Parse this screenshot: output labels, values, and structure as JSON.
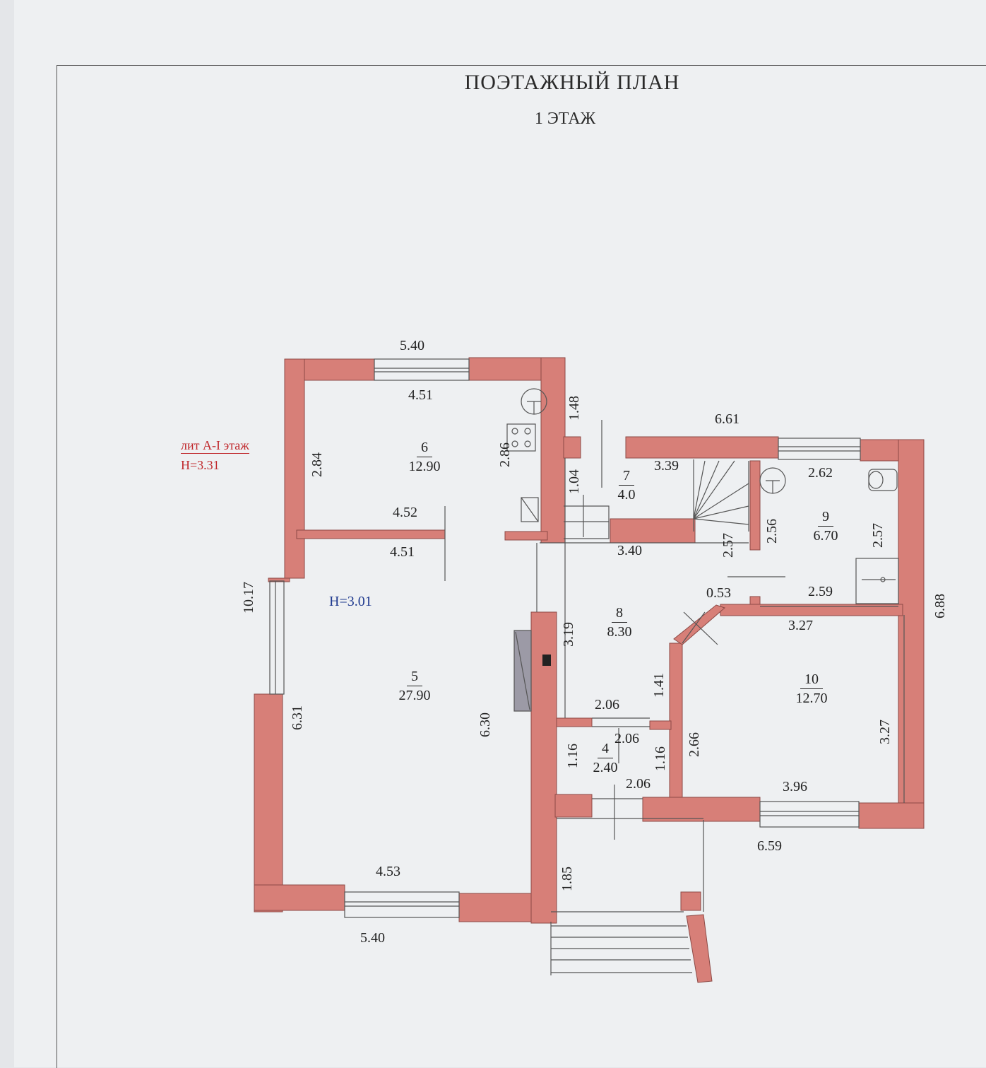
{
  "header": {
    "title": "ПОЭТАЖНЫЙ ПЛАН",
    "subtitle": "1 ЭТАЖ"
  },
  "annotations": {
    "lit_label": "лит А-I этаж",
    "lit_height": "H=3.31",
    "room5_height": "H=3.01"
  },
  "rooms": [
    {
      "number": "6",
      "area": "12.90"
    },
    {
      "number": "7",
      "area": "4.0"
    },
    {
      "number": "9",
      "area": "6.70"
    },
    {
      "number": "5",
      "area": "27.90"
    },
    {
      "number": "8",
      "area": "8.30"
    },
    {
      "number": "10",
      "area": "12.70"
    },
    {
      "number": "4",
      "area": "2.40"
    }
  ],
  "dimensions": {
    "top_left_outer": "5.40",
    "r6_top": "4.51",
    "r6_left": "2.84",
    "r6_right": "2.86",
    "r6_bottom": "4.52",
    "vest_ext": "1.48",
    "top_right_outer": "6.61",
    "r7_width": "3.39",
    "r7_height": "1.04",
    "r9_top": "2.62",
    "r9_left": "2.56",
    "r9_right": "2.57",
    "r9_bottom": "2.59",
    "r5_top": "4.51",
    "hall_top": "3.40",
    "stair_side": "2.57",
    "total_left": "10.17",
    "r5_left": "6.31",
    "r5_right": "6.30",
    "r5_bottom": "4.53",
    "bottom_left_outer": "5.40",
    "r8_left": "3.19",
    "r8_corner": "0.53",
    "r8_right": "1.41",
    "r10_top": "3.27",
    "r10_right": "3.27",
    "r10_left": "2.66",
    "r10_bottom": "3.96",
    "right_outer": "6.88",
    "bottom_right_outer": "6.59",
    "r4_top_a": "2.06",
    "r4_top_b": "2.06",
    "r4_left": "1.16",
    "r4_right": "1.16",
    "r4_bottom": "2.06",
    "porch": "1.85"
  },
  "colors": {
    "wall": "#d77f78",
    "wall_stroke": "#8c4a46",
    "paper": "#eef0f2"
  }
}
